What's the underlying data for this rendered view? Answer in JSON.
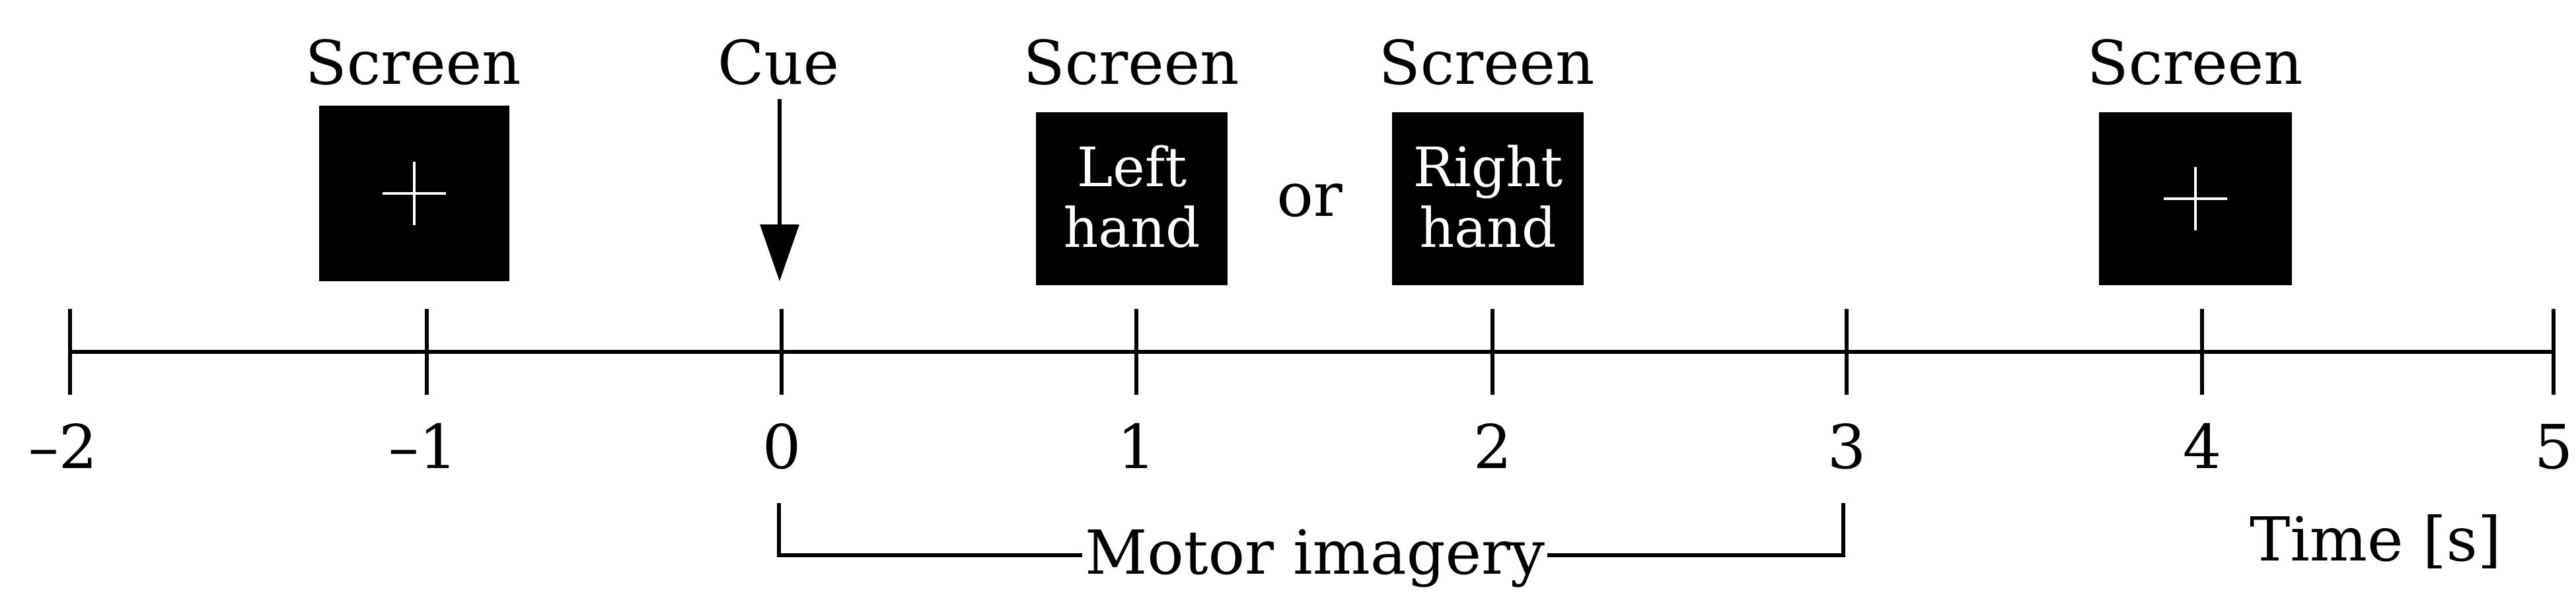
{
  "screens": [
    {
      "label": "Screen",
      "content": "fixation-cross"
    },
    {
      "label": "Screen",
      "text": [
        "Left",
        "hand"
      ]
    },
    {
      "label": "Screen",
      "text": [
        "Right",
        "hand"
      ]
    },
    {
      "label": "Screen",
      "content": "fixation-cross"
    }
  ],
  "cue_label": "Cue",
  "or_label": "or",
  "axis": {
    "ticks": [
      "–2",
      "–1",
      "0",
      "1",
      "2",
      "3",
      "4",
      "5"
    ],
    "label": "Time [s]"
  },
  "interval": {
    "label": "Motor imagery",
    "start": "0",
    "end": "3"
  }
}
